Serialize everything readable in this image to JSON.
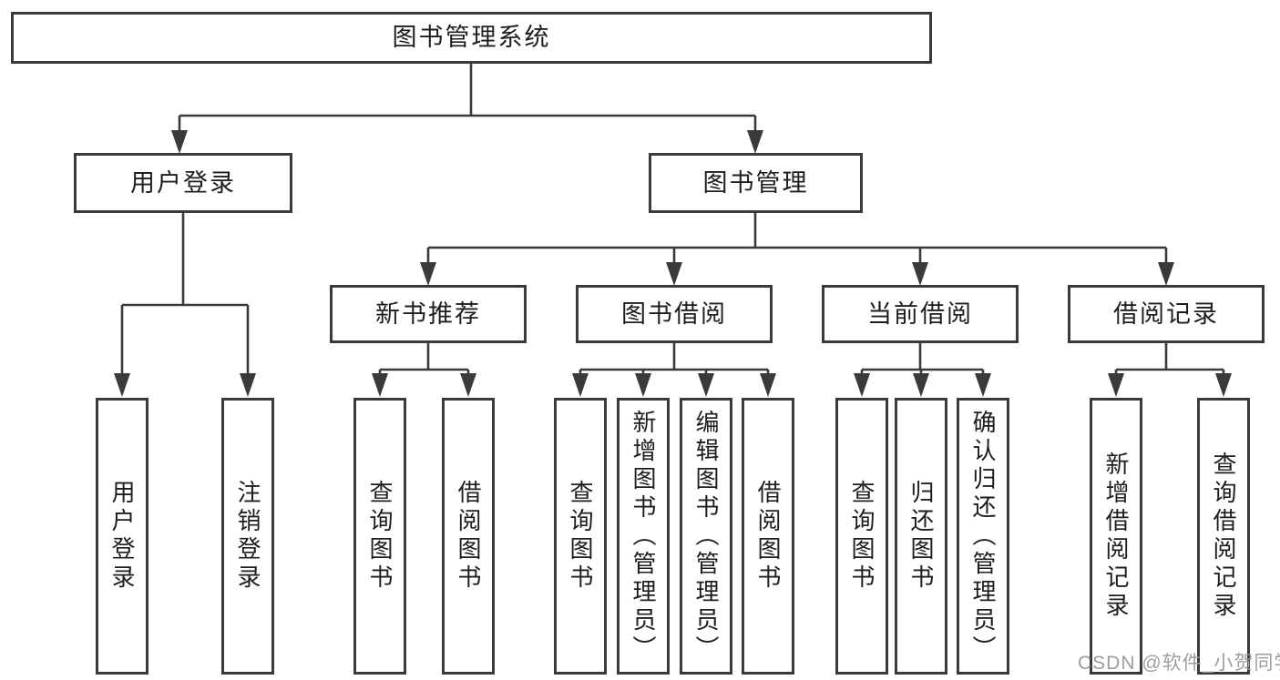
{
  "colors": {
    "line": "#3a3a3a",
    "text": "#1e1e1e",
    "watermark": "#9e9e9e",
    "background": "#ffffff"
  },
  "watermark": {
    "text": "CSDN @软件_小贺同学"
  },
  "tree": {
    "label": "图书管理系统",
    "children": [
      {
        "label": "用户登录",
        "children": [
          {
            "label": "用户登录"
          },
          {
            "label": "注销登录"
          }
        ]
      },
      {
        "label": "图书管理",
        "children": [
          {
            "label": "新书推荐",
            "children": [
              {
                "label": "查询图书"
              },
              {
                "label": "借阅图书"
              }
            ]
          },
          {
            "label": "图书借阅",
            "children": [
              {
                "label": "查询图书"
              },
              {
                "label": "新增图书（管理员）"
              },
              {
                "label": "编辑图书（管理员）"
              },
              {
                "label": "借阅图书"
              }
            ]
          },
          {
            "label": "当前借阅",
            "children": [
              {
                "label": "查询图书"
              },
              {
                "label": "归还图书"
              },
              {
                "label": "确认归还（管理员）"
              }
            ]
          },
          {
            "label": "借阅记录",
            "children": [
              {
                "label": "新增借阅记录"
              },
              {
                "label": "查询借阅记录"
              }
            ]
          }
        ]
      }
    ]
  }
}
